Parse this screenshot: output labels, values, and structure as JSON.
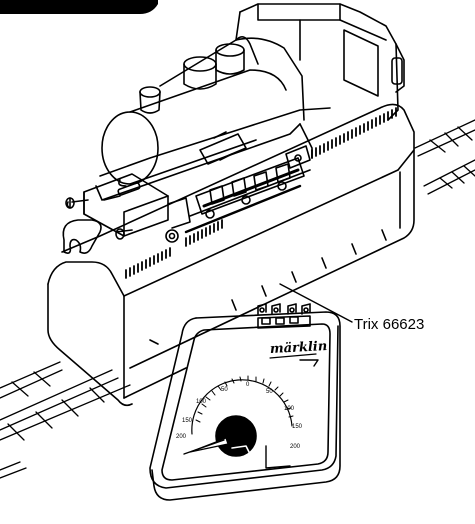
{
  "callout": {
    "label": "Trix 66623"
  },
  "controller": {
    "brand": "märklin",
    "dial_labels": [
      "200",
      "150",
      "100",
      "50",
      "0",
      "50",
      "100",
      "150",
      "200"
    ]
  },
  "colors": {
    "line": "#000000",
    "background": "#ffffff",
    "tab": "#000000"
  },
  "icons": {
    "locomotive": "steam-locomotive-illustration",
    "test_stand": "roller-test-stand-illustration",
    "track": "track-illustration",
    "controller": "speed-controller-illustration"
  }
}
